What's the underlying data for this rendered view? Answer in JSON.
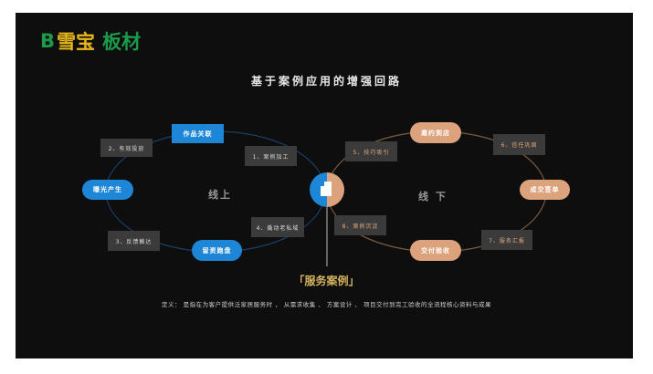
{
  "logo": {
    "mark": "B",
    "brand_cn": "雪宝",
    "product": "板材"
  },
  "title": "基于案例应用的增强回路",
  "online": {
    "label": "线上",
    "steps": [
      "1、案例加工",
      "2、有效投放",
      "3、反馈触达",
      "4、撬动老私域"
    ],
    "nodes": [
      "作品关联",
      "曝光产生",
      "留资跑盘"
    ]
  },
  "offline": {
    "label": "线 下",
    "steps": [
      "5、技巧吸引",
      "6、信任巩固",
      "7、服务汇报",
      "8、案例沉淀"
    ],
    "nodes": [
      "邀约到店",
      "成交签单",
      "交付验收"
    ]
  },
  "center": {
    "title": "「服务案例」",
    "definition": "定义： 是指在为客户提供泛家居服务时 ， 从需求收集 、 方案设计 、 项目交付到完工验收的全流程核心资料与成果"
  },
  "colors": {
    "online": "#1e86d6",
    "offline": "#dca27c",
    "gold": "#d8b45e"
  }
}
